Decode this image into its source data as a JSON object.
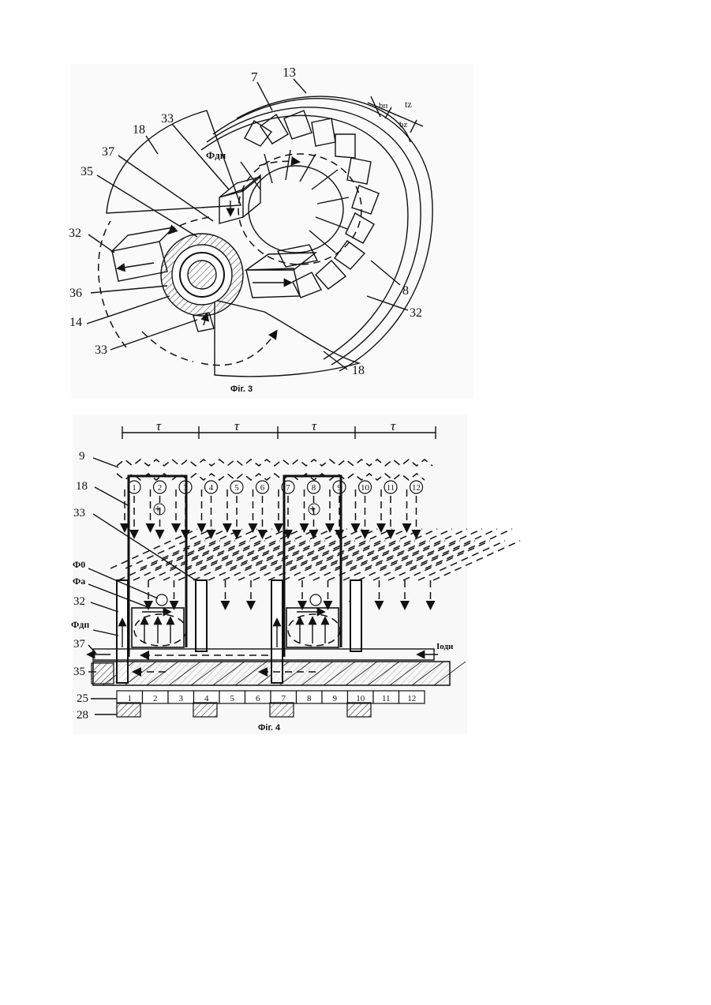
{
  "fig3": {
    "caption": "Фіг. 3",
    "labels": {
      "l7": "7",
      "l13": "13",
      "l18a": "18",
      "l33a": "33",
      "l37": "37",
      "l35": "35",
      "l32a": "32",
      "l36": "36",
      "l14": "14",
      "l33b": "33",
      "l8": "8",
      "l32b": "32",
      "l18b": "18",
      "phi_dp": "Фдп",
      "bp": "bп",
      "tz": "tz",
      "bz": "bz"
    }
  },
  "fig4": {
    "caption": "Фіг. 4",
    "tau": "τ",
    "labels": {
      "l9": "9",
      "l18": "18",
      "l33": "33",
      "phi0": "Ф0",
      "phia": "Фа",
      "l32": "32",
      "phidp": "Фдп",
      "l37": "37",
      "l35": "35",
      "l25": "25",
      "l28": "28",
      "iodn": "Iодн"
    },
    "circle_numbers": [
      "1",
      "2",
      "3",
      "4",
      "5",
      "6",
      "7",
      "8",
      "9",
      "10",
      "11",
      "12"
    ],
    "slot_numbers": [
      "1",
      "2",
      "3",
      "4",
      "5",
      "6",
      "7",
      "8",
      "9",
      "10",
      "11",
      "12"
    ]
  }
}
